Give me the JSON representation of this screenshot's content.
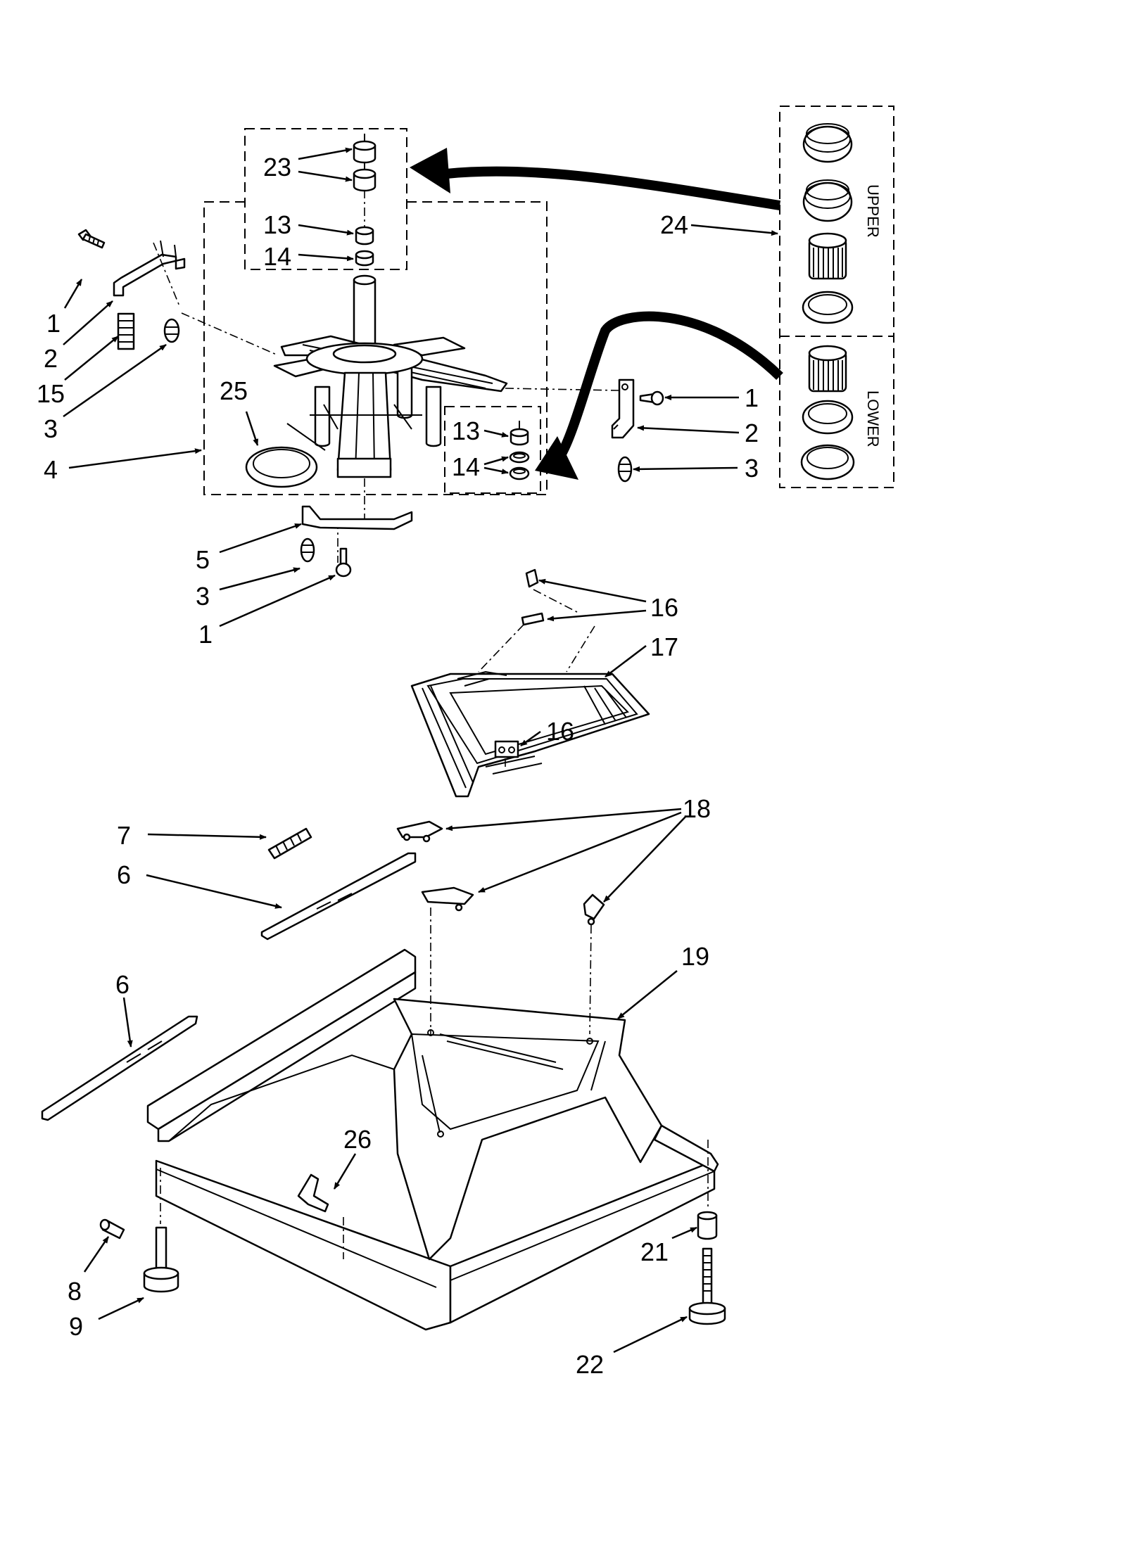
{
  "callouts": {
    "c1a": "1",
    "c2a": "2",
    "c15": "15",
    "c3a": "3",
    "c4": "4",
    "c23": "23",
    "c13a": "13",
    "c14a": "14",
    "c25": "25",
    "c13b": "13",
    "c14b": "14",
    "c1b": "1",
    "c2b": "2",
    "c3b": "3",
    "c24": "24",
    "c5": "5",
    "c3c": "3",
    "c1c": "1",
    "c16a": "16",
    "c17": "17",
    "c16b": "16",
    "c18": "18",
    "c7": "7",
    "c6a": "6",
    "c6b": "6",
    "c19": "19",
    "c26": "26",
    "c8": "8",
    "c9": "9",
    "c21": "21",
    "c22": "22"
  },
  "kit_panel": {
    "upper_label": "UPPER",
    "lower_label": "LOWER"
  },
  "icons": [
    "arrowhead-icon",
    "kit-arrow-icon"
  ]
}
